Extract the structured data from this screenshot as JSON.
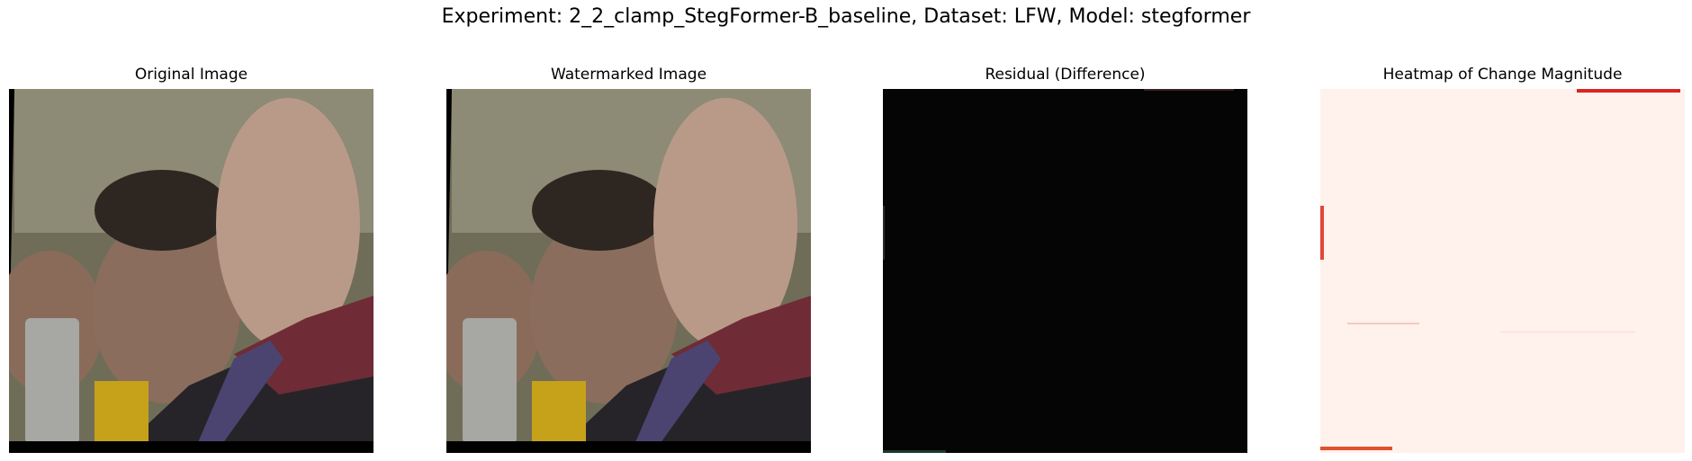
{
  "figure": {
    "title": "Experiment: 2_2_clamp_StegFormer-B_baseline, Dataset: LFW, Model: stegformer"
  },
  "panels": [
    {
      "title": "Original Image"
    },
    {
      "title": "Watermarked Image"
    },
    {
      "title": "Residual (Difference)"
    },
    {
      "title": "Heatmap of Change Magnitude"
    }
  ],
  "colors": {
    "residual_background": "#050505",
    "heatmap_background": "#fff1ec",
    "heatmap_hot": "#d92523"
  }
}
